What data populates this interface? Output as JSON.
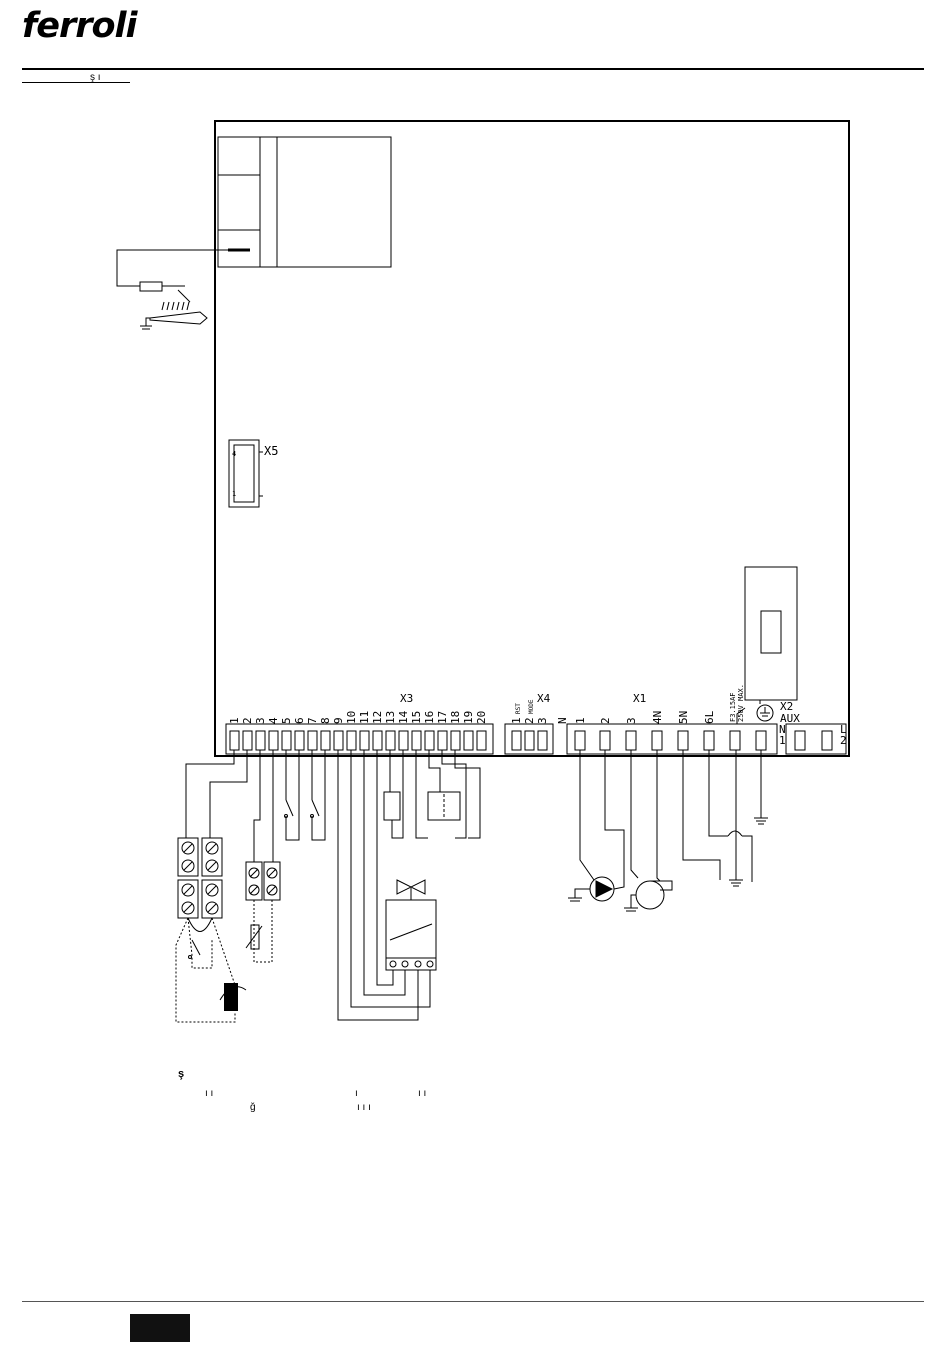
{
  "header": {
    "logo_text": "ferroli",
    "section_fragment": "ş ı"
  },
  "diagram": {
    "terminal_block_x3": {
      "label": "X3",
      "numbers": [
        "1",
        "2",
        "3",
        "4",
        "5",
        "6",
        "7",
        "8",
        "9",
        "10",
        "11",
        "12",
        "13",
        "14",
        "15",
        "16",
        "17",
        "18",
        "19",
        "20"
      ]
    },
    "terminal_block_x4": {
      "label": "X4",
      "numbers": [
        "1",
        "2",
        "3"
      ],
      "sublabels": [
        "RST",
        "MODE"
      ]
    },
    "terminal_block_x1": {
      "label": "X1",
      "numbers": [
        "N",
        "1",
        "2",
        "3",
        "4N",
        "5N",
        "6L"
      ],
      "fuse_label": "F3.15AF",
      "fuse_rating": "250V MAX."
    },
    "terminal_block_x2": {
      "label": "X2",
      "sublabel": "AUX",
      "numbers": [
        "N",
        "1",
        "L",
        "2"
      ]
    },
    "connector_x5": {
      "label": "X5",
      "pin_top": "4",
      "pin_bottom": "1"
    }
  },
  "captions": {
    "line1": "ş",
    "line2": "ı ı",
    "line3": "ğ",
    "line4": "ı",
    "line5": "ı ı",
    "line6": "ı ı ı"
  },
  "footer": {
    "page_box": ""
  }
}
